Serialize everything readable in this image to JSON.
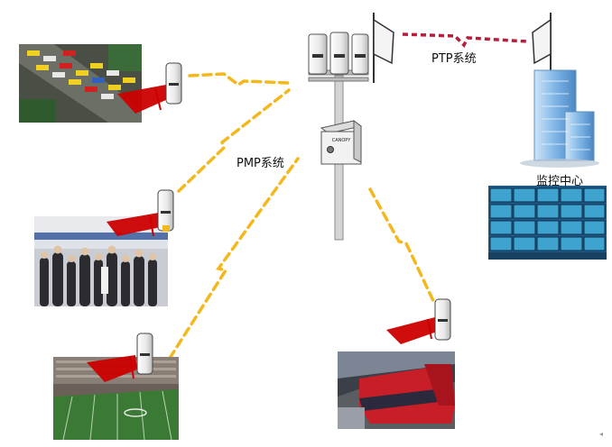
{
  "labels": {
    "pmp": "PMP系统",
    "ptp": "PTP系统",
    "monitor_center": "监控中心"
  },
  "device_brand": "CANOPY",
  "colors": {
    "pmp_link": "#f2b81e",
    "ptp_link": "#b81e3c",
    "antenna_beam": "#cc0000",
    "pole": "#c8c8c8",
    "building_glass": "#7fb6e6"
  }
}
